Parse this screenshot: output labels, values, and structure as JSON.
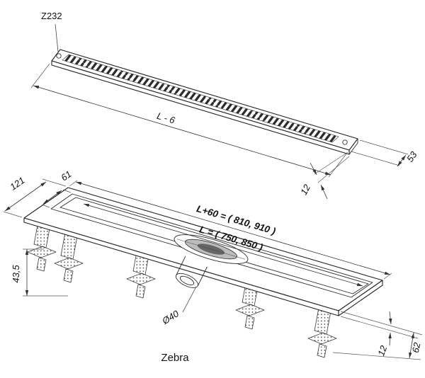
{
  "labels": {
    "part_code": "Z232",
    "product_name": "Zebra"
  },
  "dimensions": {
    "grate_length": "L - 6",
    "grate_width": "53",
    "grate_thickness": "12",
    "flange_width": "121",
    "channel_inner_width": "61",
    "install_depth": "43,5",
    "outlet_diameter": "Ø40",
    "total_length": "L+60 = ( 810, 910 )",
    "channel_length": "L = ( 750, 850 )",
    "edge_height": "12",
    "body_height": "62"
  }
}
